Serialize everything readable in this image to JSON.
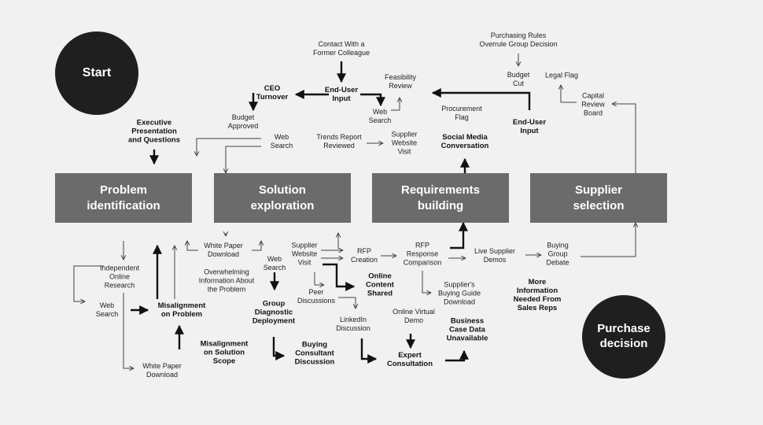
{
  "start": "Start",
  "end": "Purchase\ndecision",
  "stages": [
    {
      "id": "problem",
      "label": "Problem\nidentification"
    },
    {
      "id": "solution",
      "label": "Solution\nexploration"
    },
    {
      "id": "requirements",
      "label": "Requirements\nbuilding"
    },
    {
      "id": "supplier",
      "label": "Supplier\nselection"
    }
  ],
  "labels": {
    "contact": "Contact With a\nFormer Colleague",
    "enduser1": "End-User\nInput",
    "ceo": "CEO\nTurnover",
    "feasibility": "Feasibility\nReview",
    "web_search_top1": "Web\nSearch",
    "budget_approved": "Budget\nApproved",
    "exec": "Executive\nPresentation\nand Questions",
    "web_search_top2": "Web\nSearch",
    "trends": "Trends Report\nReviewed",
    "supplier_visit_top": "Supplier\nWebsite\nVisit",
    "purchasing_rules": "Purchasing Rules\nOverrule Group Decision",
    "budget_cut": "Budget\nCut",
    "legal": "Legal Flag",
    "procurement": "Procurement\nFlag",
    "enduser2": "End-User\nInput",
    "capital": "Capital\nReview\nBoard",
    "social": "Social Media\nConversation",
    "white_paper1": "White Paper\nDownload",
    "supplier_visit_bot": "Supplier\nWebsite\nVisit",
    "rfp_creation": "RFP\nCreation",
    "rfp_response": "RFP\nResponse\nComparison",
    "live_demos": "Live Supplier\nDemos",
    "buying_group": "Buying\nGroup\nDebate",
    "independent": "Independent\nOnline\nResearch",
    "overwhelming": "Overwhelming\nInformation About\nthe Problem",
    "web_search_bot1": "Web\nSearch",
    "online_content": "Online\nContent\nShared",
    "buying_guide": "Supplier's\nBuying Guide\nDownload",
    "more_info": "More\nInformation\nNeeded From\nSales Reps",
    "web_search_left": "Web\nSearch",
    "misalign_problem": "Misalignment\non Problem",
    "group_diag": "Group\nDiagnostic\nDeployment",
    "peer": "Peer\nDiscussions",
    "online_virtual": "Online Virtual\nDemo",
    "business_case": "Business\nCase Data\nUnavailable",
    "linkedin": "LinkedIn\nDiscussion",
    "misalign_scope": "Misalignment\non Solution\nScope",
    "buying_consultant": "Buying\nConsultant\nDiscussion",
    "expert": "Expert\nConsultation",
    "white_paper2": "White Paper\nDownload"
  }
}
